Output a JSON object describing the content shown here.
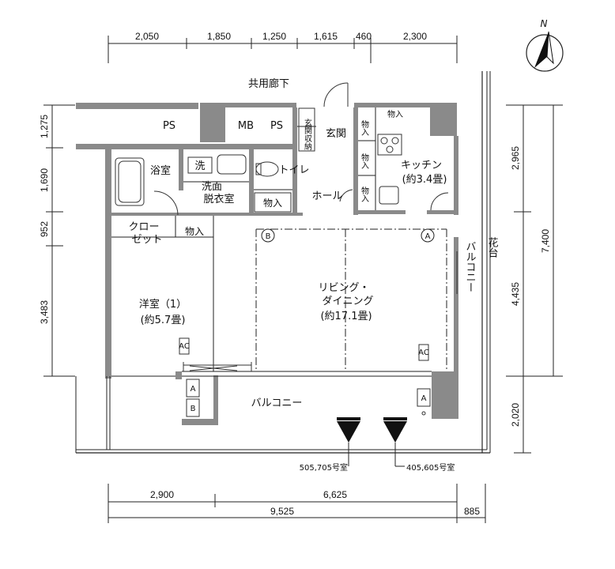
{
  "compass": {
    "north": "N"
  },
  "dims_top": [
    "2,050",
    "1,850",
    "1,250",
    "1,615",
    "460",
    "2,300"
  ],
  "dims_left": [
    "1,275",
    "1,690",
    "952",
    "3,483"
  ],
  "dims_right": [
    "2,965",
    "7,400",
    "4,435",
    "2,020"
  ],
  "dims_bottom_row1": [
    "2,900",
    "6,625"
  ],
  "dims_bottom_row2": [
    "9,525",
    "885"
  ],
  "rooms": {
    "corridor": "共用廊下",
    "ps_left": "PS",
    "mb": "MB",
    "ps_right": "PS",
    "genkan_storage": "玄関収納",
    "genkan": "玄関",
    "storage1": "物入",
    "storage2": "物入",
    "storage3": "物入",
    "storage4": "物入",
    "storage_top": "物入",
    "kitchen": "キッチン",
    "kitchen_size": "(約3.4畳)",
    "bath": "浴室",
    "wash": "洗",
    "washroom_1": "洗面",
    "washroom_2": "脱衣室",
    "toilet": "トイレ",
    "hall": "ホール",
    "closet_1": "クロー",
    "closet_2": "ゼット",
    "closet_storage": "物入",
    "western_1": "洋室（1）",
    "western_2": "(約5.7畳)",
    "living_1": "リビング・",
    "living_2": "ダイニング",
    "living_3": "(約17.1畳)",
    "balcony_bottom": "バルコニー",
    "balcony_right": "バルコニー",
    "flower_bed": "花台",
    "marker_a": "A",
    "marker_b": "B",
    "ac": "AC",
    "ac_a": "A",
    "ac_b": "B"
  },
  "units": {
    "unit_left": "505,705号室",
    "unit_right": "405,605号室"
  }
}
